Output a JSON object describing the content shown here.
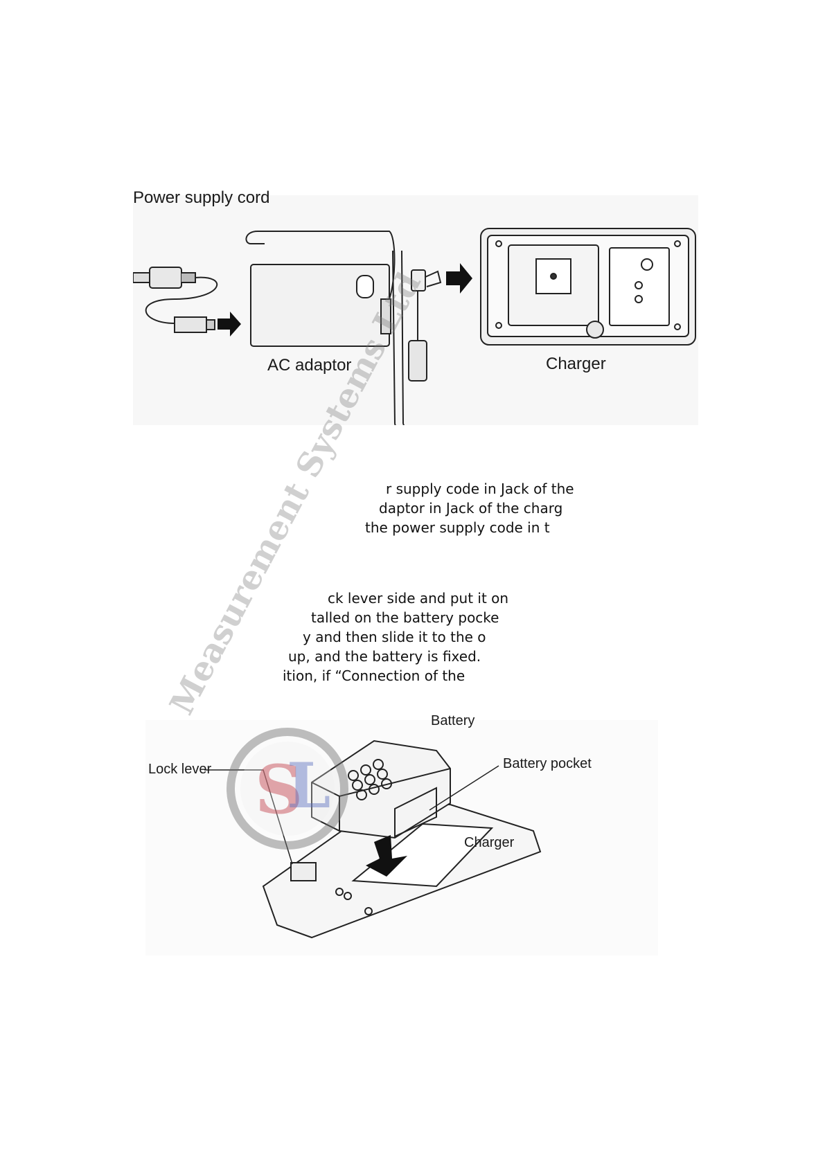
{
  "figure1": {
    "labels": {
      "power_supply_cord": "Power supply cord",
      "ac_adaptor": "AC adaptor",
      "charger": "Charger"
    }
  },
  "text_block_1": [
    "r supply code in Jack of the",
    "daptor in Jack of the charg",
    "the power supply code in t"
  ],
  "text_block_2": [
    "ck lever side and put it on",
    "talled on the battery pocke",
    "y and then slide it to the o",
    "up, and the battery is fixed.",
    "ition, if “Connection of the"
  ],
  "figure2": {
    "labels": {
      "battery": "Battery",
      "lock_lever": "Lock lever",
      "battery_pocket": "Battery pocket",
      "charger": "Charger"
    }
  },
  "watermark": {
    "text": "Measurement Systems Ltd",
    "logo_letters": "SL"
  }
}
